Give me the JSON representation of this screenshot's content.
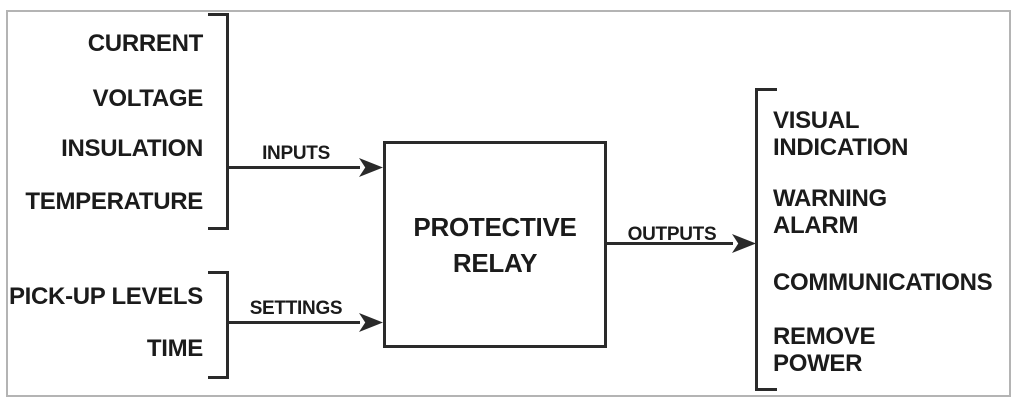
{
  "diagram": {
    "title_semantic": "Protective relay block diagram",
    "inputs": {
      "arrow_label": "INPUTS",
      "items": [
        "CURRENT",
        "VOLTAGE",
        "INSULATION",
        "TEMPERATURE"
      ]
    },
    "settings": {
      "arrow_label": "SETTINGS",
      "items": [
        "PICK-UP LEVELS",
        "TIME"
      ]
    },
    "relay": {
      "label": "PROTECTIVE\nRELAY"
    },
    "outputs": {
      "arrow_label": "OUTPUTS",
      "items": [
        "VISUAL\nINDICATION",
        "WARNING\nALARM",
        "COMMUNICATIONS",
        "REMOVE\nPOWER"
      ]
    },
    "colors": {
      "line": "#2a2a2a",
      "text": "#1b1b1b",
      "frame_border": "#b4b4b4",
      "background": "#ffffff"
    }
  }
}
